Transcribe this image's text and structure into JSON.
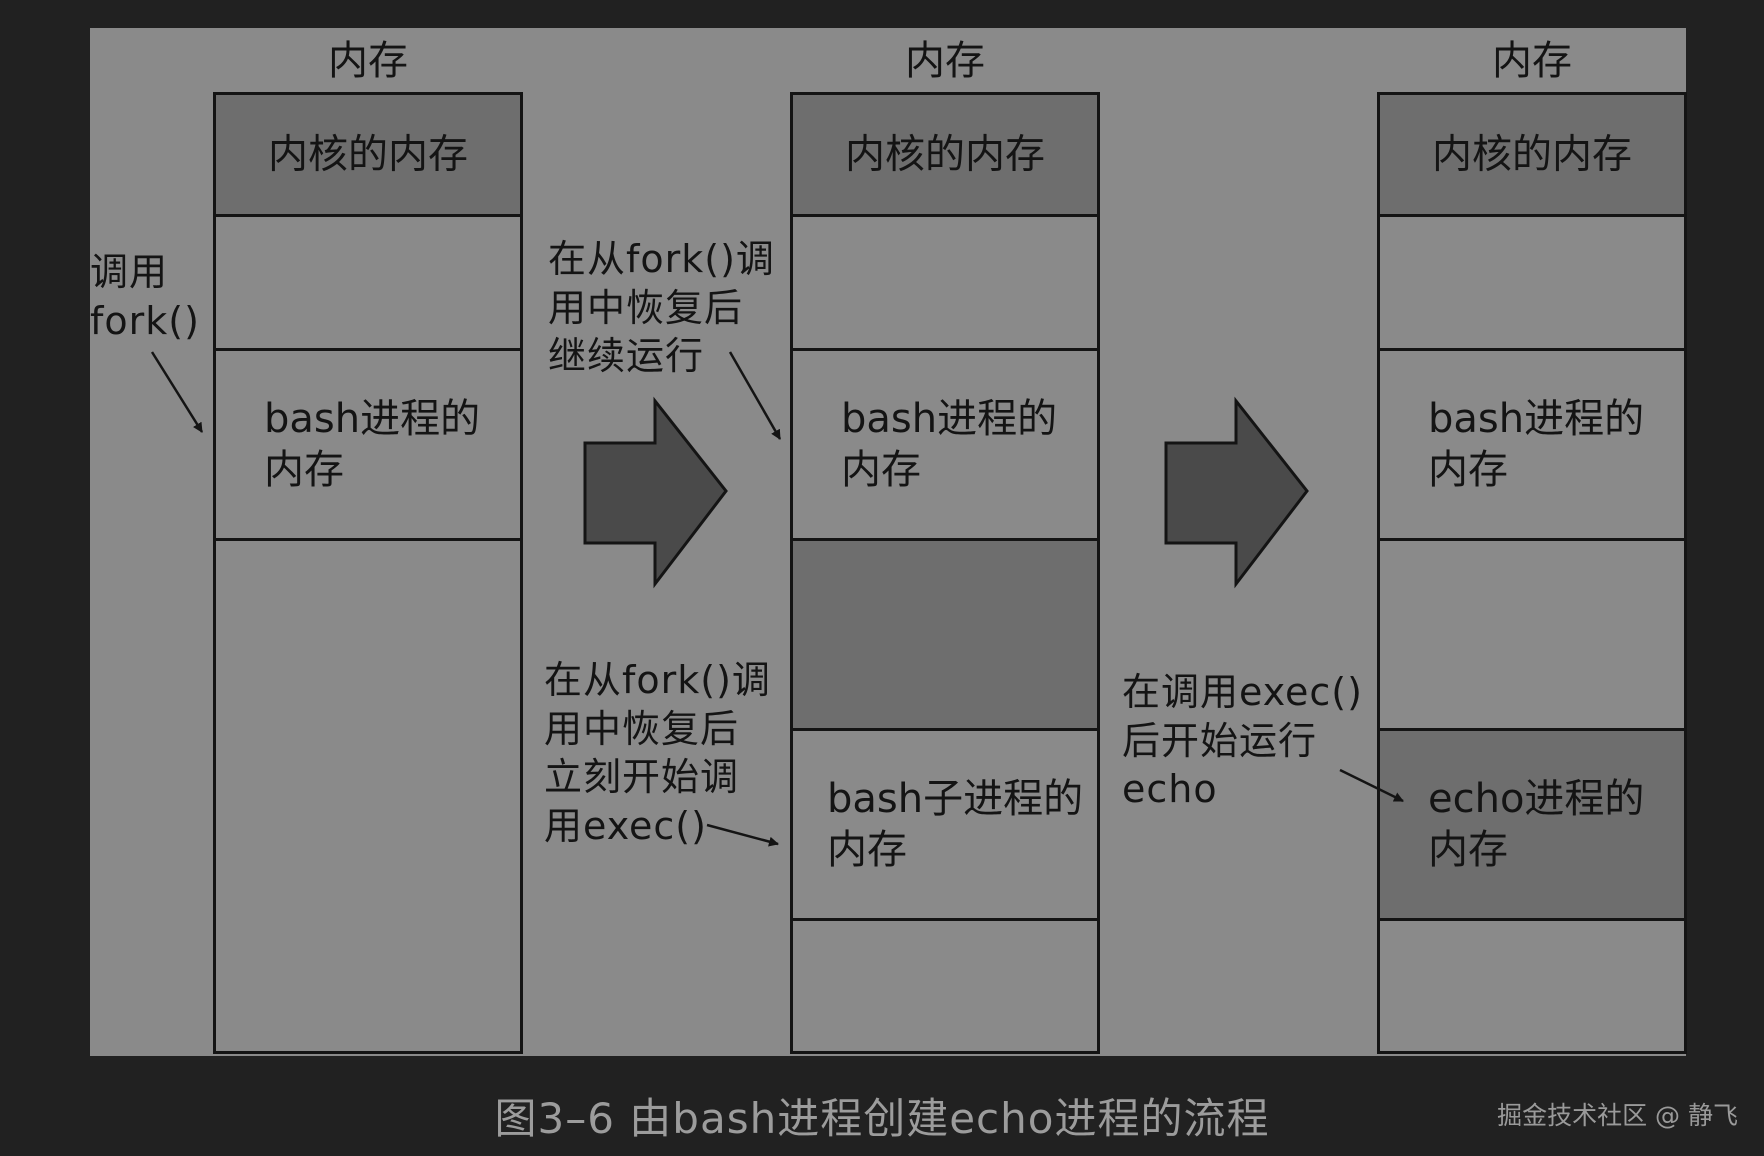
{
  "columns": [
    {
      "title": "内存",
      "segments": [
        {
          "text": "内核的内存",
          "shade": "dark",
          "centered": true
        },
        {
          "text": "",
          "shade": "light"
        },
        {
          "text": "bash进程的\n内存",
          "shade": "light"
        },
        {
          "text": "",
          "shade": "light"
        }
      ]
    },
    {
      "title": "内存",
      "segments": [
        {
          "text": "内核的内存",
          "shade": "dark",
          "centered": true
        },
        {
          "text": "",
          "shade": "light"
        },
        {
          "text": "bash进程的\n内存",
          "shade": "light"
        },
        {
          "text": "",
          "shade": "dark"
        },
        {
          "text": "bash子进程的\n内存",
          "shade": "light"
        },
        {
          "text": "",
          "shade": "light"
        }
      ]
    },
    {
      "title": "内存",
      "segments": [
        {
          "text": "内核的内存",
          "shade": "dark",
          "centered": true
        },
        {
          "text": "",
          "shade": "light"
        },
        {
          "text": "bash进程的\n内存",
          "shade": "light"
        },
        {
          "text": "",
          "shade": "light"
        },
        {
          "text": "echo进程的\n内存",
          "shade": "dark"
        },
        {
          "text": "",
          "shade": "light"
        }
      ]
    }
  ],
  "annotations": {
    "call_fork": "调用\nfork()",
    "parent_resume": "在从fork()调\n用中恢复后\n继续运行",
    "child_resume": "在从fork()调\n用中恢复后\n立刻开始调\n用exec()",
    "after_exec": "在调用exec()\n后开始运行\necho"
  },
  "caption": "图3–6  由bash进程创建echo进程的流程",
  "watermark": "掘金技术社区 @ 静飞",
  "colors": {
    "page_background": "#212121",
    "figure_background": "#8a8a8a",
    "dark_block": "#6e6e6e",
    "arrow_fill": "#4a4a4a",
    "line": "#141414",
    "caption_text": "#9c9c9c"
  }
}
